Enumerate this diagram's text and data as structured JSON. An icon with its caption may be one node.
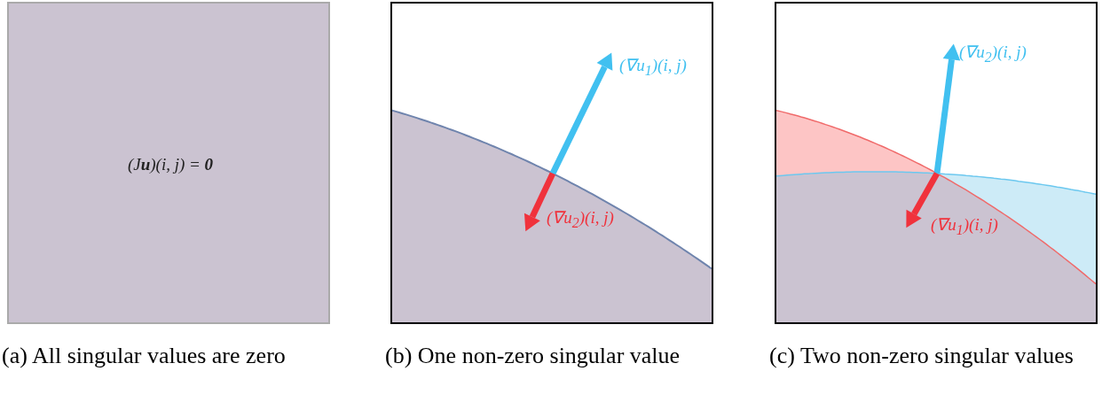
{
  "diagram": {
    "nodes": [
      {
        "text": [
          "(J**u**)(i, j) = **0**"
        ],
        "beside": [
          "(a) All singular values are zero"
        ]
      },
      {
        "text": [
          "(∇u$_{1}$)(i, j)",
          "(∇u$_{2}$)(i, j)"
        ],
        "beside": [
          "(b) One non-zero singular value"
        ]
      },
      {
        "text": [
          "(∇u$_{2}$)(i, j)",
          "(∇u$_{1}$)(i, j)"
        ],
        "beside": [
          "(c) Two non-zero singular values"
        ]
      }
    ]
  }
}
